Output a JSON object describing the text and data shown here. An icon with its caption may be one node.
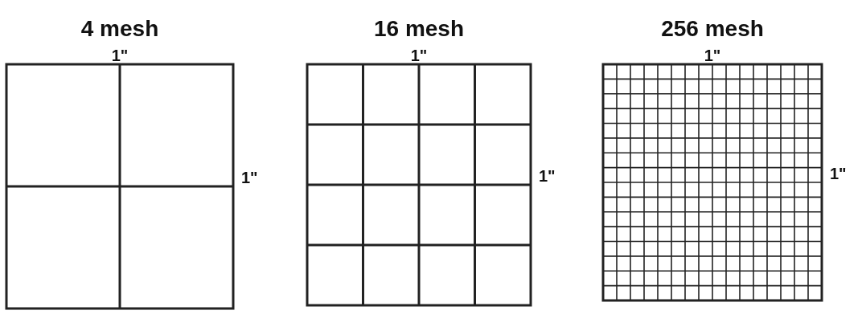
{
  "diagram": {
    "nodes": [
      {
        "text": [
          "4 mesh"
        ],
        "beside": [
          "1\"",
          "1\""
        ]
      },
      {
        "text": [
          "16 mesh"
        ],
        "beside": [
          "1\"",
          "1\""
        ]
      },
      {
        "text": [
          "256 mesh"
        ],
        "beside": [
          "1\"",
          "1\""
        ]
      }
    ]
  }
}
